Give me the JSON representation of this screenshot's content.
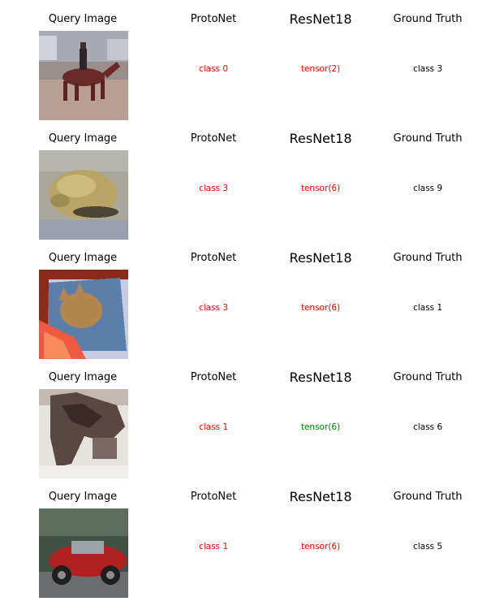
{
  "colors": {
    "wrong": "#ff0000",
    "correct": "#008000",
    "neutral": "#000000"
  },
  "chart_data": {
    "type": "table",
    "columns": [
      "Query Image",
      "ProtoNet",
      "ResNet18",
      "Ground Truth"
    ],
    "rows": [
      {
        "image_content": "horse-with-rider",
        "protonet": "class 0",
        "resnet18": "tensor(2)",
        "ground_truth": "class 3",
        "protonet_status": "wrong",
        "resnet18_status": "wrong"
      },
      {
        "image_content": "frog",
        "protonet": "class 3",
        "resnet18": "tensor(6)",
        "ground_truth": "class 9",
        "protonet_status": "wrong",
        "resnet18_status": "wrong"
      },
      {
        "image_content": "cat-on-chair",
        "protonet": "class 3",
        "resnet18": "tensor(6)",
        "ground_truth": "class 1",
        "protonet_status": "wrong",
        "resnet18_status": "wrong"
      },
      {
        "image_content": "blurry-animal",
        "protonet": "class 1",
        "resnet18": "tensor(6)",
        "ground_truth": "class 6",
        "protonet_status": "wrong",
        "resnet18_status": "correct"
      },
      {
        "image_content": "red-car",
        "protonet": "class 1",
        "resnet18": "tensor(6)",
        "ground_truth": "class 5",
        "protonet_status": "wrong",
        "resnet18_status": "wrong"
      }
    ]
  }
}
